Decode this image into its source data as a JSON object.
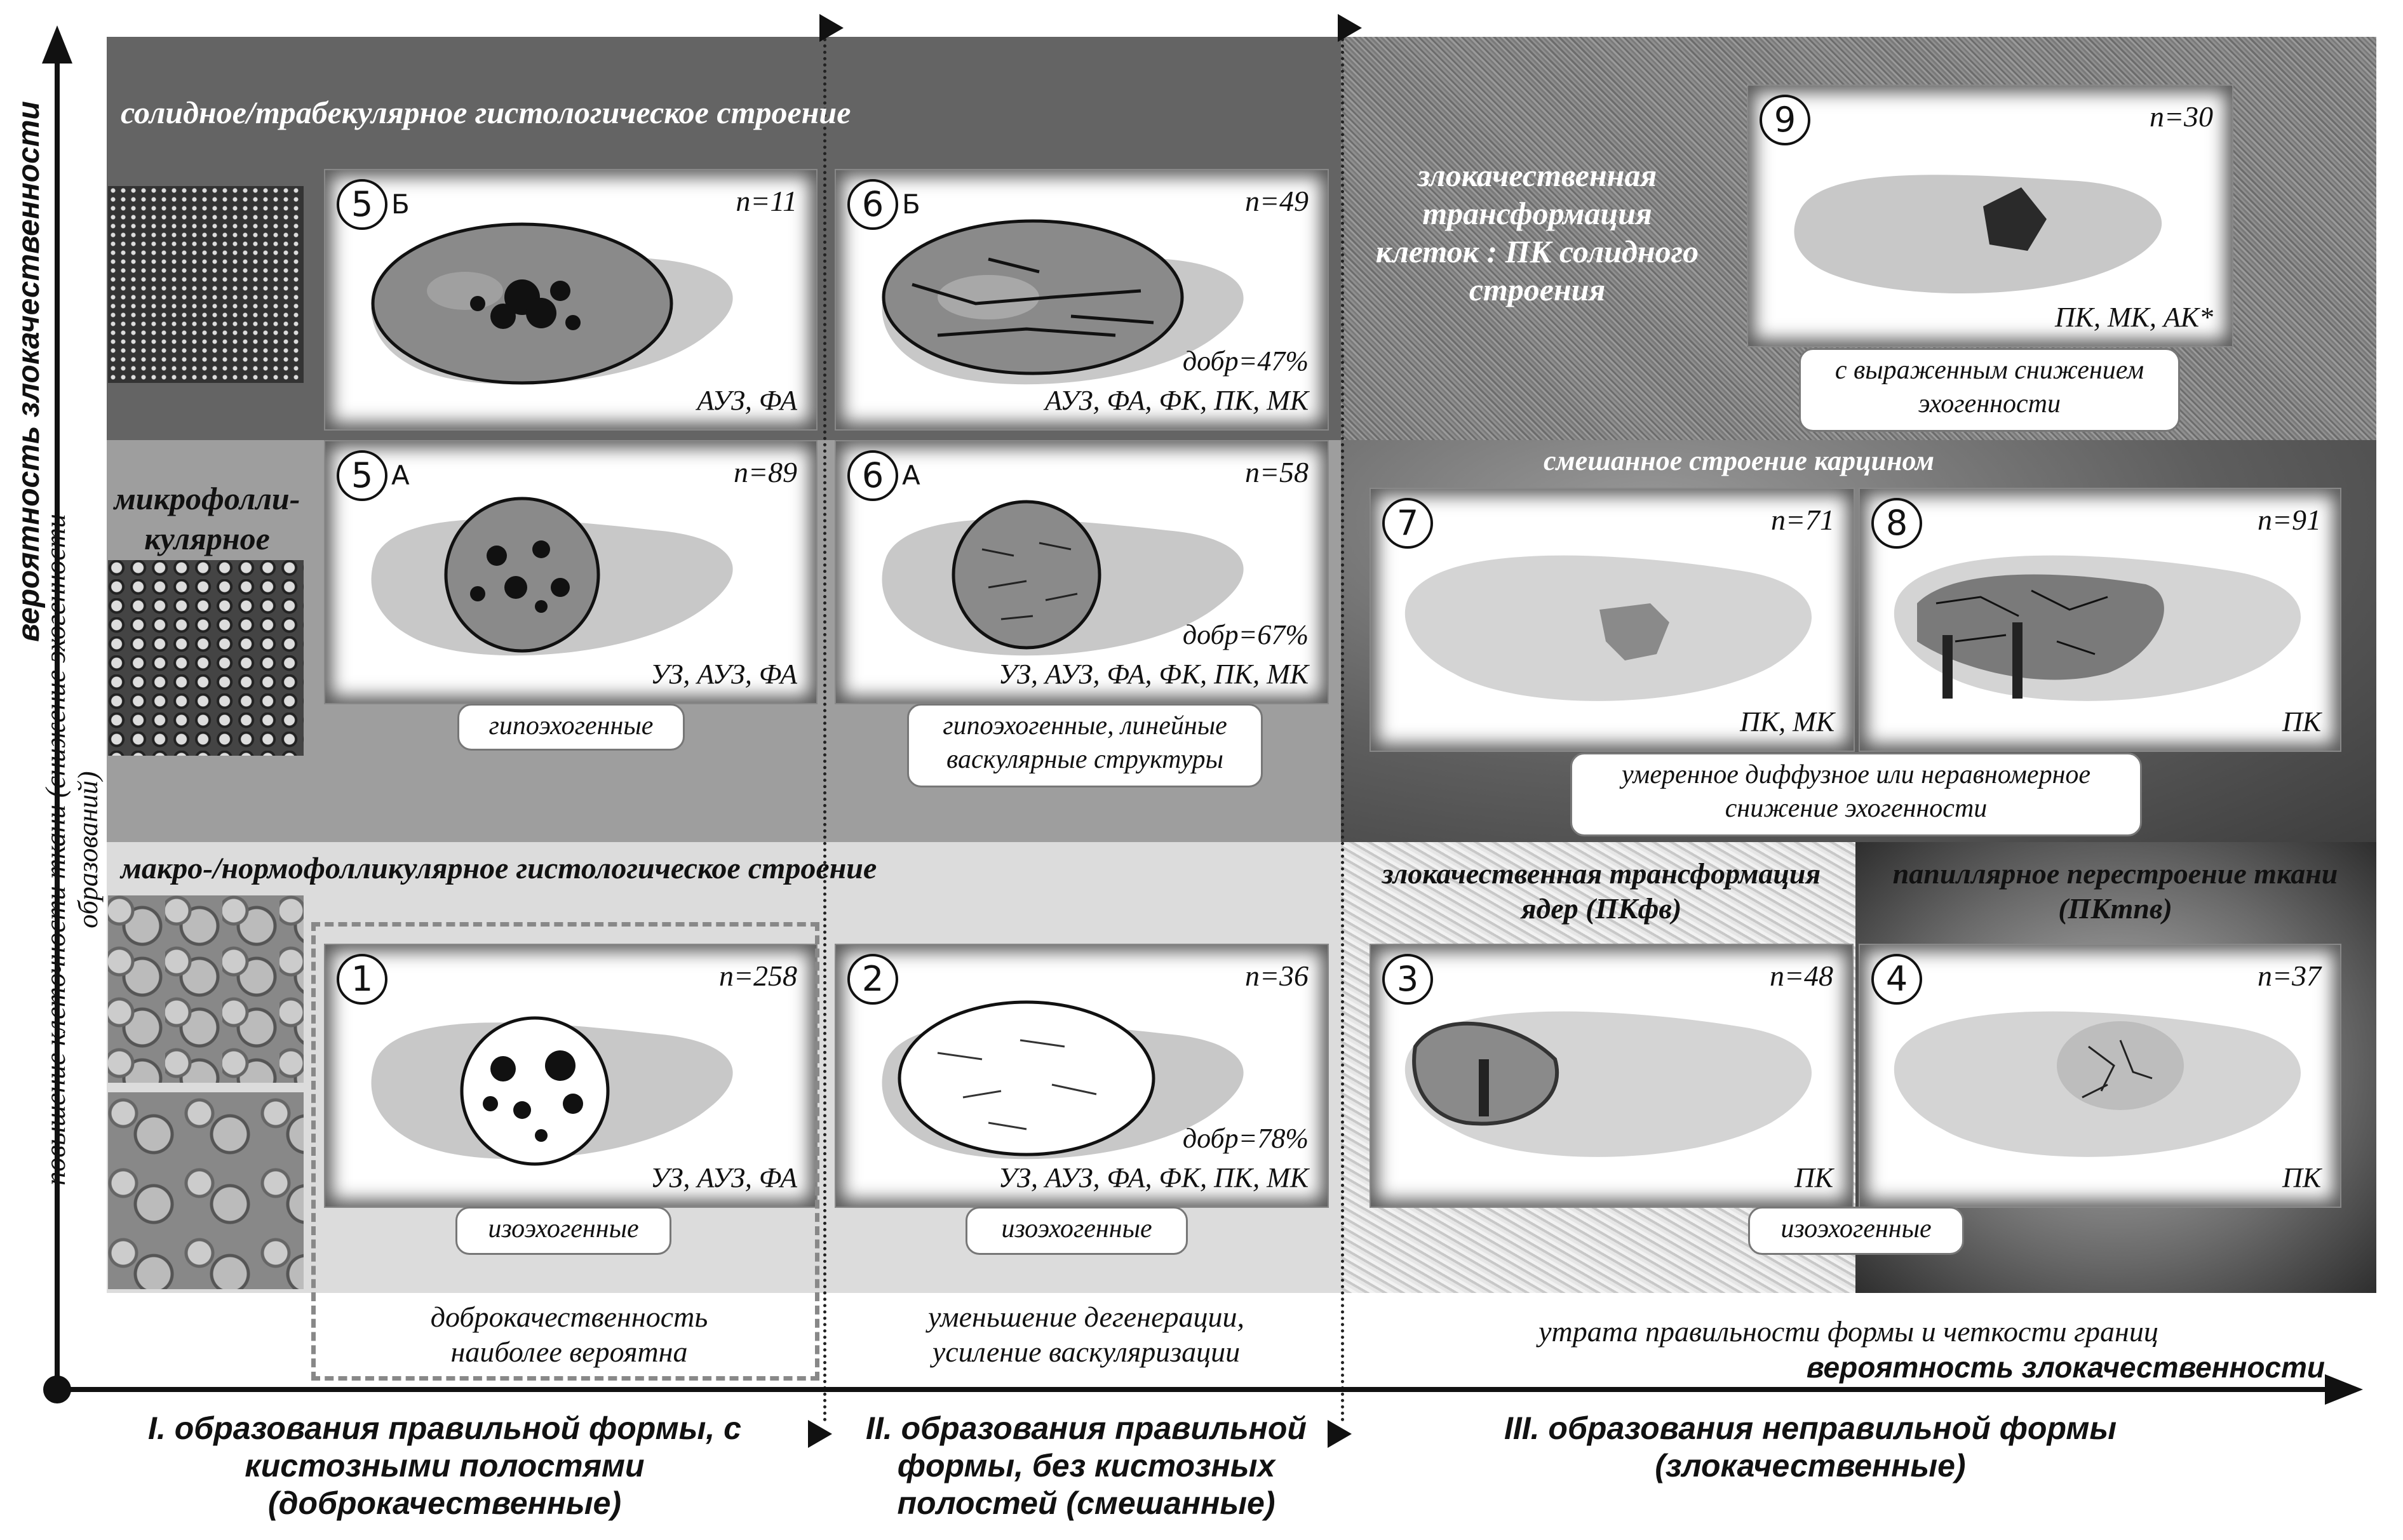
{
  "axes": {
    "y_label": "вероятность злокачественности",
    "y_sub_label": "повышение клеточности ткани (снижение эхогенности образований)",
    "x_label": "вероятность злокачественности"
  },
  "columns": [
    {
      "label": "I. образования правильной формы, с кистозными полостями (доброкачественные)",
      "note": "доброкачественность наиболее вероятна"
    },
    {
      "label": "II. образования правильной формы, без кистозных полостей (смешанные)",
      "note": "уменьшение дегенерации, усиление васкуляризации"
    },
    {
      "label": "III. образования неправильной формы (злокачественные)",
      "note": "утрата правильности формы и четкости границ"
    }
  ],
  "rows": {
    "solid": "солидное/трабекулярное гистологическое строение",
    "micro": "микрофолли-кулярное",
    "macro": "макро-/нормофолликулярное гистологическое строение",
    "malignant_cells": "злокачественная трансформация клеток : ПК солидного строения",
    "mixed_carcinoma": "смешанное строение карцином",
    "nuclei": "злокачественная трансформация ядер (ПКфв)",
    "papillary": "папиллярное перестроение ткани (ПКтпв)"
  },
  "cards": {
    "c5b": {
      "num": "5",
      "sub": "Б",
      "n": "n=11",
      "methods": "АУЗ, ФА"
    },
    "c6b": {
      "num": "6",
      "sub": "Б",
      "n": "n=49",
      "benign": "добр=47%",
      "methods": "АУЗ, ФА, ФК, ПК, МК"
    },
    "c9": {
      "num": "9",
      "n": "n=30",
      "methods": "ПК, МК, АК*"
    },
    "c5a": {
      "num": "5",
      "sub": "А",
      "n": "n=89",
      "methods": "УЗ, АУЗ, ФА"
    },
    "c6a": {
      "num": "6",
      "sub": "А",
      "n": "n=58",
      "benign": "добр=67%",
      "methods": "УЗ, АУЗ, ФА, ФК, ПК, МК"
    },
    "c7": {
      "num": "7",
      "n": "n=71",
      "methods": "ПК, МК"
    },
    "c8": {
      "num": "8",
      "n": "n=91",
      "methods": "ПК"
    },
    "c1": {
      "num": "1",
      "n": "n=258",
      "methods": "УЗ, АУЗ, ФА"
    },
    "c2": {
      "num": "2",
      "n": "n=36",
      "benign": "добр=78%",
      "methods": "УЗ, АУЗ, ФА, ФК, ПК, МК"
    },
    "c3": {
      "num": "3",
      "n": "n=48",
      "methods": "ПК"
    },
    "c4": {
      "num": "4",
      "n": "n=37",
      "methods": "ПК"
    }
  },
  "pills": {
    "c9": "с выраженным снижением эхогенности",
    "c5a": "гипоэхогенные",
    "c6a": "гипоэхогенные, линейные васкулярные структуры",
    "c78": "умеренное диффузное или неравномерное снижение эхогенности",
    "c1": "изоэхогенные",
    "c2": "изоэхогенные",
    "c34": "изоэхогенные"
  }
}
